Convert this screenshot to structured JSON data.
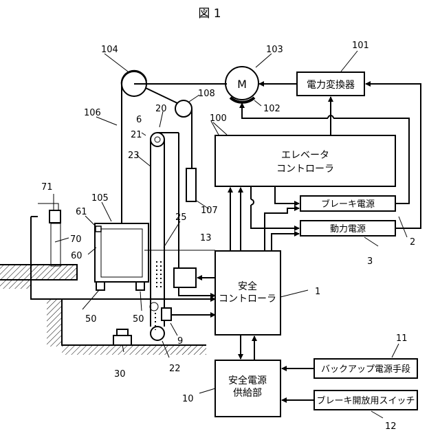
{
  "figure_title": "図 1",
  "boxes": {
    "power_converter": "電力変換器",
    "elevator_controller_1": "エレベータ",
    "elevator_controller_2": "コントローラ",
    "brake_power": "ブレーキ電源",
    "motive_power": "動力電源",
    "safety_controller_1": "安全",
    "safety_controller_2": "コントローラ",
    "safety_power_supply_1": "安全電源",
    "safety_power_supply_2": "供給部",
    "backup_power": "バックアップ電源手段",
    "brake_release_switch": "ブレーキ開放用スイッチ"
  },
  "motor_label": "M",
  "ref_numbers": {
    "r1": "1",
    "r2": "2",
    "r3": "3",
    "r6": "6",
    "r9": "9",
    "r10": "10",
    "r11": "11",
    "r12": "12",
    "r13": "13",
    "r20": "20",
    "r21": "21",
    "r22": "22",
    "r23": "23",
    "r25": "25",
    "r30": "30",
    "r50a": "50",
    "r50b": "50",
    "r60": "60",
    "r61": "61",
    "r70": "70",
    "r71": "71",
    "r100": "100",
    "r101": "101",
    "r102": "102",
    "r103": "103",
    "r104": "104",
    "r105": "105",
    "r106": "106",
    "r107": "107",
    "r108": "108"
  }
}
